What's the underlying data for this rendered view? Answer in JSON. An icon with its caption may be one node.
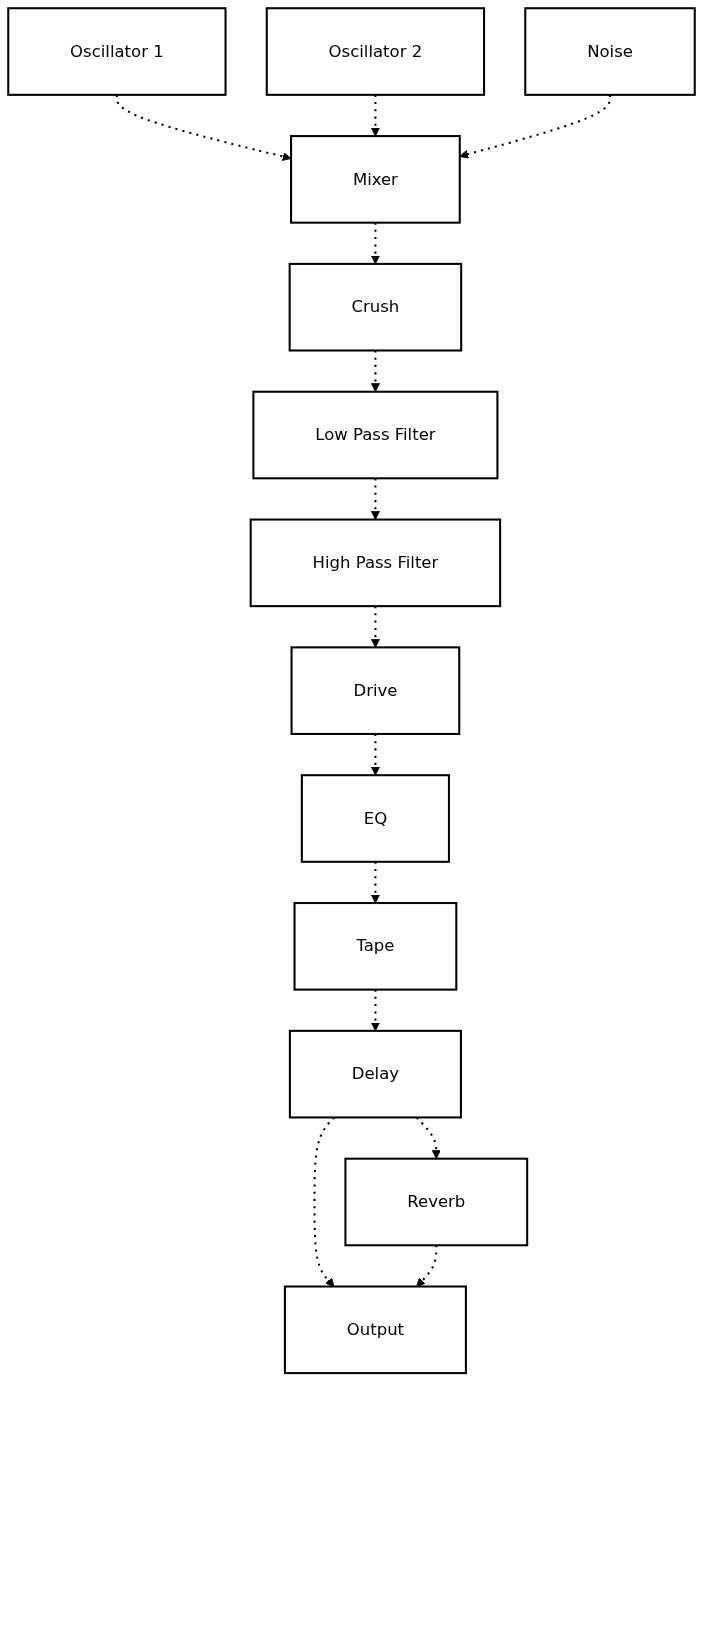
{
  "diagram": {
    "nodes": [
      {
        "text": [
          "Oscillator 1"
        ]
      },
      {
        "text": [
          "Oscillator 2"
        ]
      },
      {
        "text": [
          "Noise"
        ]
      },
      {
        "text": [
          "Mixer"
        ]
      },
      {
        "text": [
          "Crush"
        ]
      },
      {
        "text": [
          "Low Pass Filter"
        ]
      },
      {
        "text": [
          "High Pass Filter"
        ]
      },
      {
        "text": [
          "Drive"
        ]
      },
      {
        "text": [
          "EQ"
        ]
      },
      {
        "text": [
          "Tape"
        ]
      },
      {
        "text": [
          "Delay"
        ]
      },
      {
        "text": [
          "Reverb"
        ]
      },
      {
        "text": [
          "Output"
        ]
      }
    ],
    "edges": [
      {
        "from": 0,
        "to": 3,
        "arrow": "to",
        "style": "dashed"
      },
      {
        "from": 1,
        "to": 3,
        "arrow": "to",
        "style": "dashed"
      },
      {
        "from": 2,
        "to": 3,
        "arrow": "to",
        "style": "dashed"
      },
      {
        "from": 3,
        "to": 4,
        "arrow": "to",
        "style": "dashed"
      },
      {
        "from": 4,
        "to": 5,
        "arrow": "to",
        "style": "dashed"
      },
      {
        "from": 5,
        "to": 6,
        "arrow": "to",
        "style": "dashed"
      },
      {
        "from": 6,
        "to": 7,
        "arrow": "to",
        "style": "dashed"
      },
      {
        "from": 7,
        "to": 8,
        "arrow": "to",
        "style": "dashed"
      },
      {
        "from": 8,
        "to": 9,
        "arrow": "to",
        "style": "dashed"
      },
      {
        "from": 9,
        "to": 10,
        "arrow": "to",
        "style": "dashed"
      },
      {
        "from": 10,
        "to": 12,
        "arrow": "to",
        "style": "dashed"
      },
      {
        "from": 10,
        "to": 11,
        "arrow": "to",
        "style": "dashed"
      },
      {
        "from": 11,
        "to": 12,
        "arrow": "to",
        "style": "dashed"
      }
    ]
  }
}
